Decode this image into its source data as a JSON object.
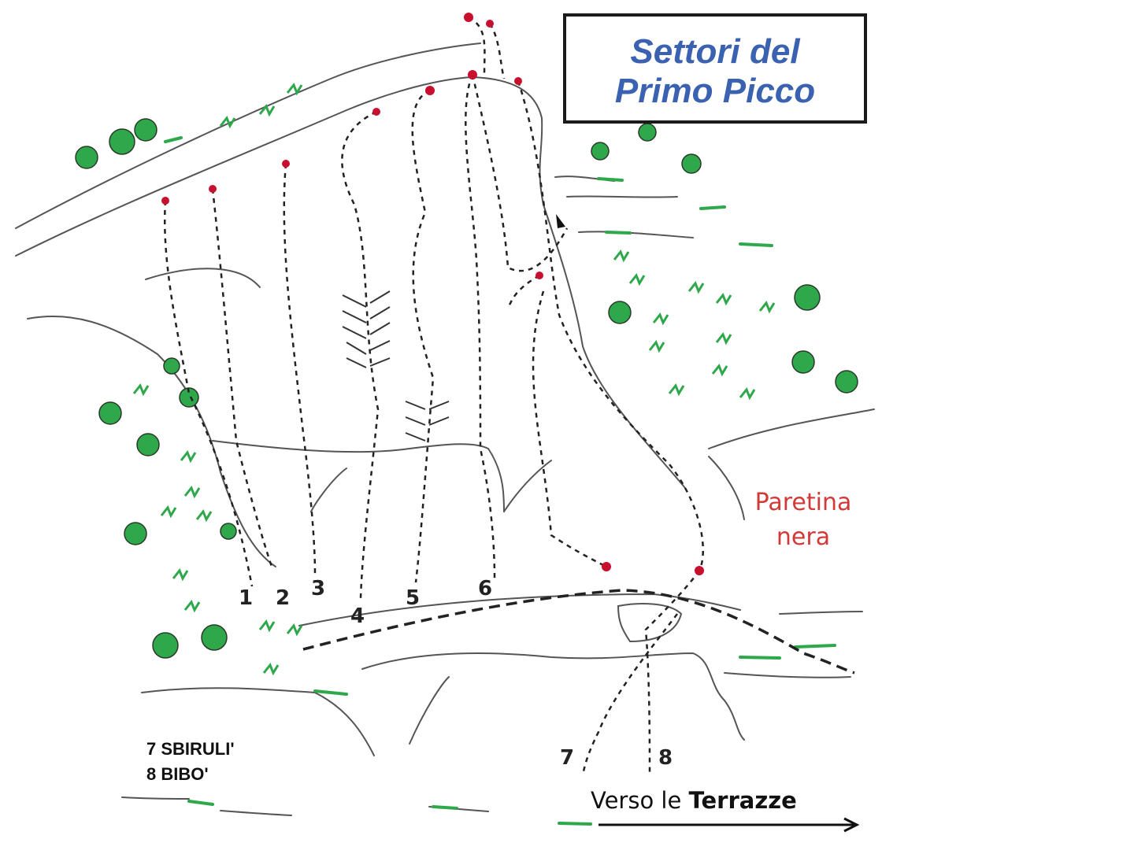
{
  "title": {
    "line1": "Settori del",
    "line2": "Primo Picco"
  },
  "route_numbers": [
    "1",
    "2",
    "3",
    "4",
    "5",
    "6",
    "7",
    "8"
  ],
  "sector_label": {
    "line1": "Paretina",
    "line2": "nera"
  },
  "legend": [
    "7 SBIRULI'",
    "8 BIBO'"
  ],
  "direction": {
    "prefix": "Verso le",
    "place": "Terrazze"
  },
  "colors": {
    "title": "#3a62b0",
    "anchor": "#c8102e",
    "sector_label": "#d23a3a",
    "vegetation": "#2ea84a"
  }
}
